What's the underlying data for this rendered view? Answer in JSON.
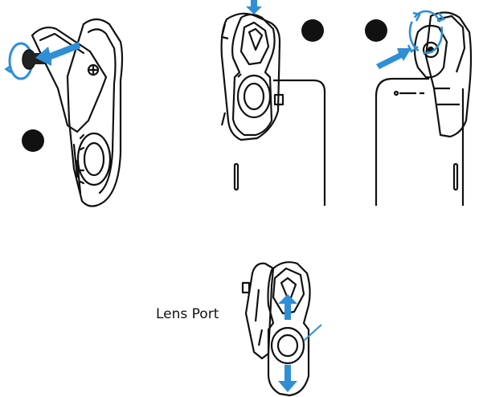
{
  "labels": {
    "lens_port": "Lens Port"
  },
  "colors": {
    "line": "#111111",
    "arrow": "#2e8fd6",
    "background": "#ffffff"
  },
  "steps": [
    {
      "marker": "filled-circle"
    },
    {
      "marker": "filled-circle"
    },
    {
      "marker": "filled-circle"
    }
  ]
}
